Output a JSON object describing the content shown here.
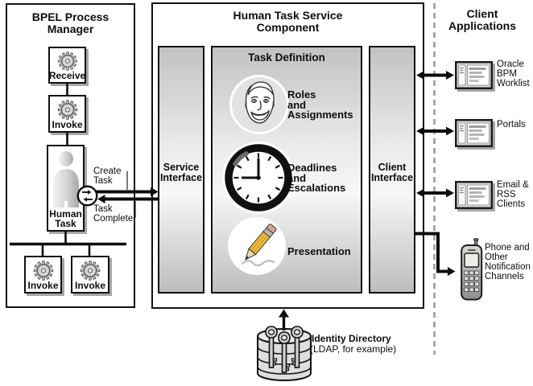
{
  "bpel": {
    "title": "BPEL Process\nManager",
    "nodes": {
      "receive": "Receive",
      "invoke_top": "Invoke",
      "human_task": "Human\nTask",
      "invoke_left": "Invoke",
      "invoke_right": "Invoke"
    }
  },
  "flow": {
    "create_task": "Create\nTask",
    "task_complete": "Task\nComplete"
  },
  "hts": {
    "title": "Human Task Service\nComponent",
    "service_interface": "Service\nInterface",
    "client_interface": "Client\nInterface",
    "task_definition": {
      "title": "Task Definition",
      "roles": "Roles\nand\nAssignments",
      "deadlines": "Deadlines\nand\nEscalations",
      "presentation": "Presentation"
    }
  },
  "clients": {
    "title": "Client\nApplications",
    "items": [
      {
        "icon": "window-icon",
        "label": "Oracle\nBPM\nWorklist"
      },
      {
        "icon": "window-icon",
        "label": "Portals"
      },
      {
        "icon": "window-icon",
        "label": "Email &\nRSS\nClients"
      },
      {
        "icon": "mobile-phone-icon",
        "label": "Phone and\nOther\nNotification\nChannels"
      }
    ]
  },
  "identity": {
    "title": "Identity Directory",
    "subtitle": "(LDAP, for example)"
  },
  "icons": {
    "receive": "gear-icon",
    "invoke": "gear-icon",
    "human_task": "person-icon",
    "task_circle": "swap-arrows-icon",
    "roles": "face-icon",
    "deadlines": "clock-icon",
    "presentation": "pencil-icon",
    "identity": "database-keys-icon"
  },
  "colors": {
    "line": "#111111",
    "shadow": "#a6a6a6",
    "dashed_divider": "#a8a8a8",
    "pencil_accent": "#f3bb3d"
  }
}
